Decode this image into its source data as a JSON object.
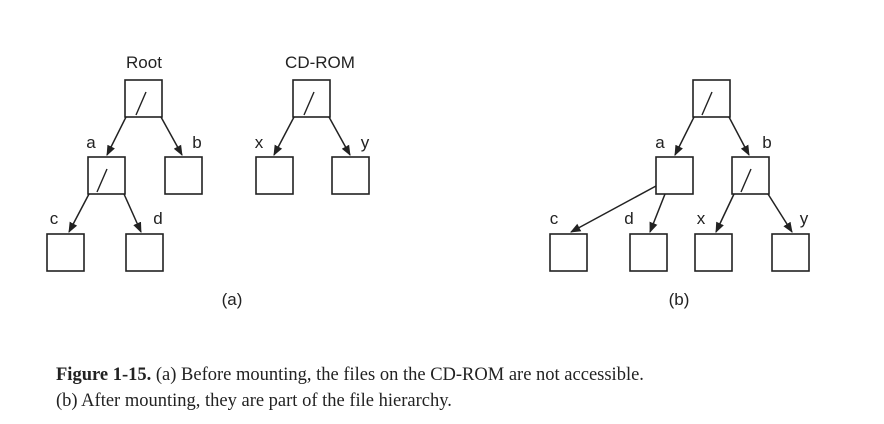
{
  "diagram_a": {
    "label_root": "Root",
    "label_cdrom": "CD-ROM",
    "label_a": "a",
    "label_b": "b",
    "label_c": "c",
    "label_d": "d",
    "label_x": "x",
    "label_y": "y",
    "sublabel": "(a)"
  },
  "diagram_b": {
    "label_a": "a",
    "label_b": "b",
    "label_c": "c",
    "label_d": "d",
    "label_x": "x",
    "label_y": "y",
    "sublabel": "(b)"
  },
  "caption": {
    "number": "Figure 1-15.",
    "line1": "(a) Before mounting, the files on the CD-ROM are not accessible.",
    "line2": "(b) After mounting, they are part of the file hierarchy."
  }
}
